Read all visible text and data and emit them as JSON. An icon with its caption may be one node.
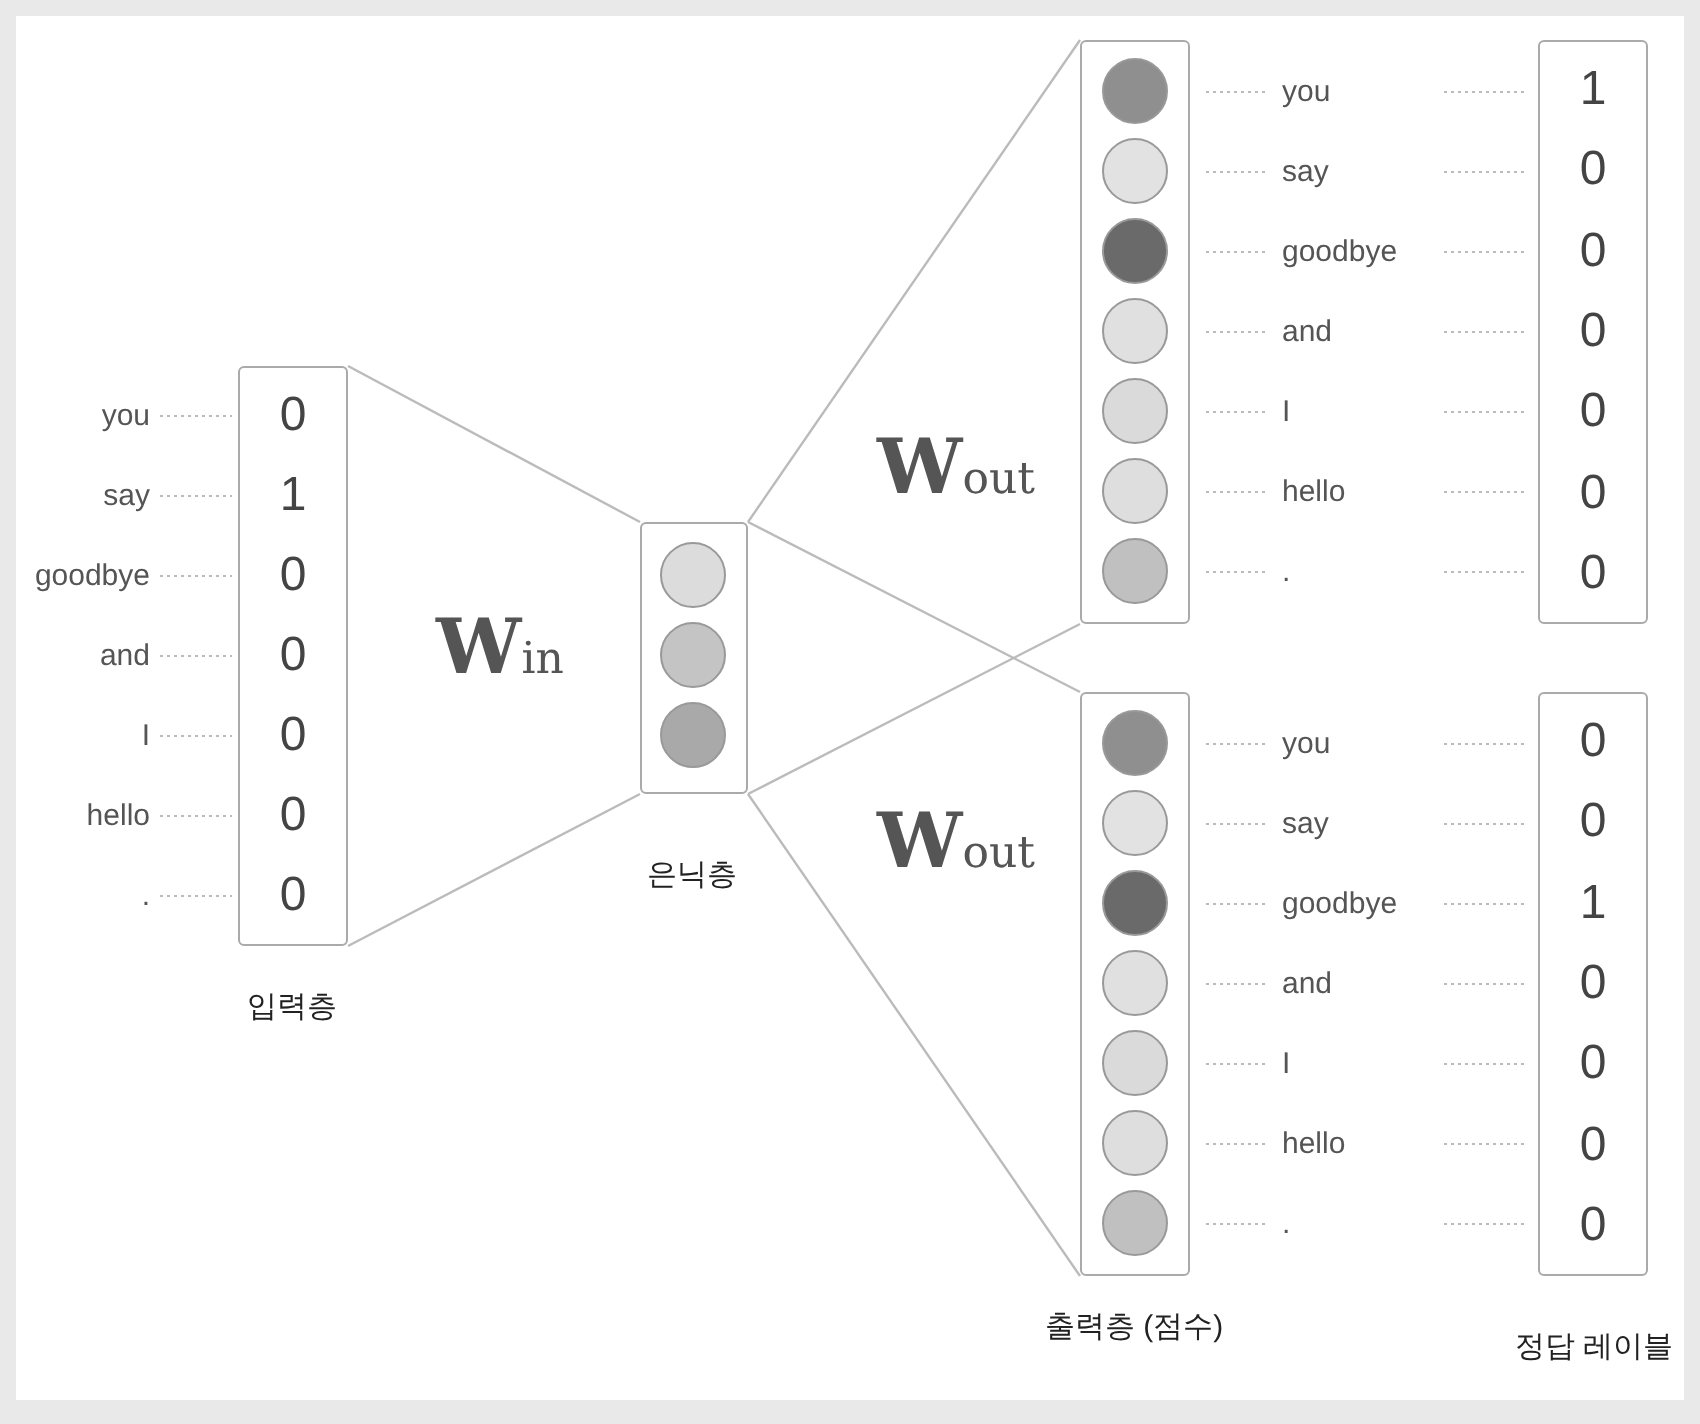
{
  "diagram": {
    "nodes": [
      {
        "text": [
          "0",
          "1",
          "0",
          "0",
          "0",
          "0",
          "0"
        ],
        "beside": [
          "입력층"
        ]
      },
      {
        "text": [],
        "shape": "box",
        "beside": [
          "은닉층"
        ]
      },
      {
        "text": [],
        "shape": "box",
        "beside": [
          "you",
          "say",
          "goodbye",
          "and",
          "I",
          "hello",
          "."
        ]
      },
      {
        "text": [],
        "shape": "box",
        "beside": [
          "you",
          "say",
          "goodbye",
          "and",
          "I",
          "hello",
          ".",
          "출력층 (점수)"
        ]
      },
      {
        "text": [
          "1",
          "0",
          "0",
          "0",
          "0",
          "0",
          "0"
        ]
      },
      {
        "text": [
          "0",
          "0",
          "1",
          "0",
          "0",
          "0",
          "0"
        ],
        "beside": [
          "정답 레이블"
        ]
      }
    ],
    "edges": [
      {
        "from": 0,
        "to": 1,
        "arrow": "none"
      },
      {
        "from": 0,
        "to": 1,
        "arrow": "none"
      },
      {
        "from": 1,
        "to": 2,
        "arrow": "none"
      },
      {
        "from": 1,
        "to": 2,
        "arrow": "none"
      },
      {
        "from": 1,
        "to": 3,
        "arrow": "none"
      },
      {
        "from": 1,
        "to": 3,
        "arrow": "none"
      }
    ],
    "labels": [
      "**W**out",
      "you",
      "say",
      "goodbye",
      "and",
      "I",
      "hello",
      ".",
      "**W**in",
      "**W**out"
    ]
  }
}
